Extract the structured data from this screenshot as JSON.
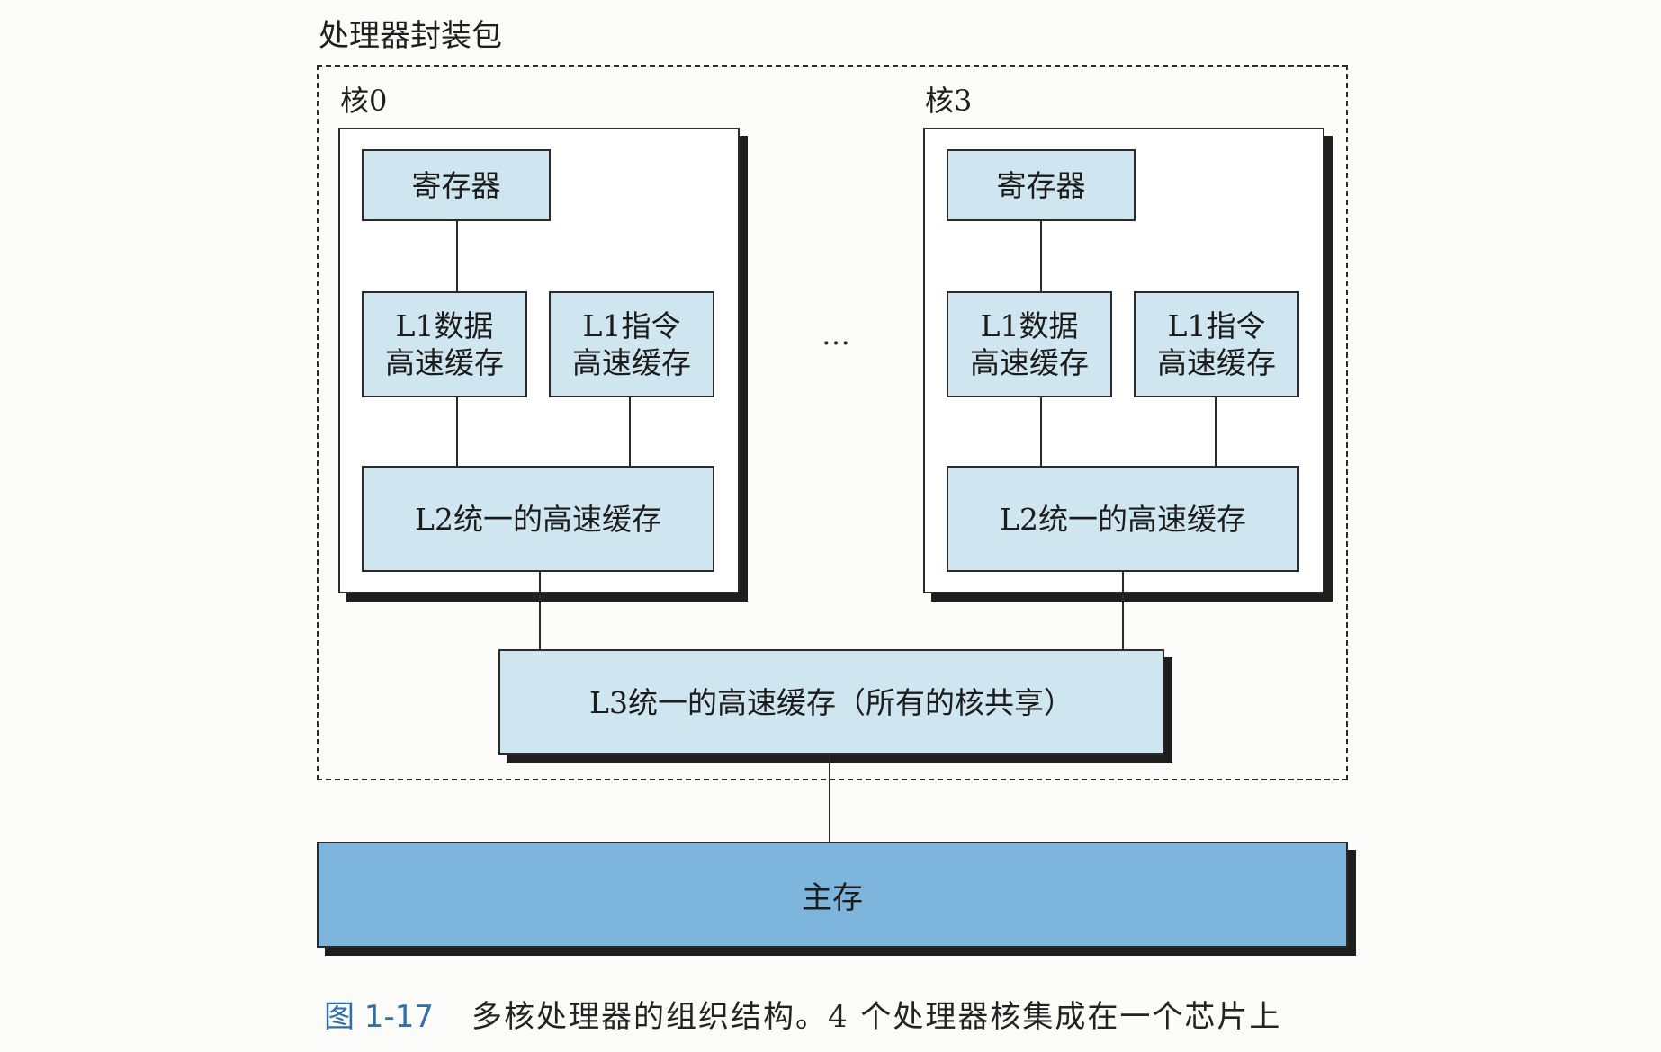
{
  "package": {
    "label": "处理器封装包"
  },
  "cores": [
    {
      "label": "核0",
      "registers": "寄存器",
      "l1_data": [
        "L1数据",
        "高速缓存"
      ],
      "l1_instr": [
        "L1指令",
        "高速缓存"
      ],
      "l2": "L2统一的高速缓存"
    },
    {
      "label": "核3",
      "registers": "寄存器",
      "l1_data": [
        "L1数据",
        "高速缓存"
      ],
      "l1_instr": [
        "L1指令",
        "高速缓存"
      ],
      "l2": "L2统一的高速缓存"
    }
  ],
  "ellipsis": "…",
  "l3": "L3统一的高速缓存（所有的核共享）",
  "main_memory": "主存",
  "caption": {
    "number": "图 1-17",
    "text": "多核处理器的组织结构。4 个处理器核集成在一个芯片上"
  },
  "colors": {
    "cache_fill": "#cfe6f1",
    "memory_fill": "#7eb5dc",
    "caption_number": "#2f6fa6"
  }
}
